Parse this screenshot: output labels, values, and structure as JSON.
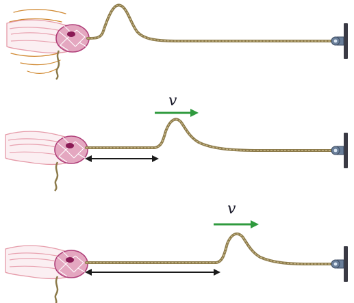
{
  "panels": [
    {
      "id": "panel-1",
      "velocity_label": ""
    },
    {
      "id": "panel-2",
      "velocity_label": "v"
    },
    {
      "id": "panel-3",
      "velocity_label": "v"
    }
  ],
  "colors": {
    "rope": "#8c7a4a",
    "velocity_arrow": "#2f9a3e",
    "distance_arrow": "#1a1a1a",
    "wall": "#3a3a44",
    "fist": "#e4a7c0"
  },
  "icons": [
    "hand-icon",
    "wall-mount-icon",
    "velocity-arrow",
    "distance-arrow"
  ]
}
